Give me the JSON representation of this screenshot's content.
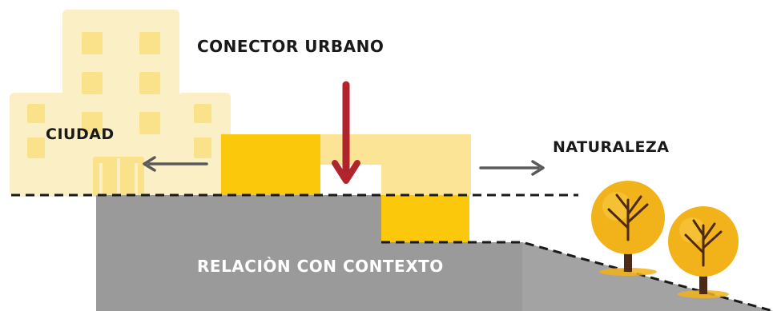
{
  "diagram": {
    "title": "CONECTOR URBANO",
    "left_label": "CIUDAD",
    "right_label": "NATURALEZA",
    "bottom_label": "RELACIÒN CON CONTEXTO"
  },
  "colors": {
    "building_pale": "#fbefc6",
    "window_yellow": "#fae28a",
    "connector_dark": "#fbc80c",
    "connector_light": "#fbe496",
    "ground_gray": "#9a9a9a",
    "arrow_red": "#b0242c",
    "arrow_gray": "#5a5a5a",
    "tree_foliage": "#f2b21a",
    "tree_trunk": "#4d2a16",
    "dashed_line": "#1a1a1a"
  },
  "icons": {
    "buildings": "city-buildings-icon",
    "trees": "tree-icon",
    "down_arrow": "arrow-down-icon",
    "left_arrow": "arrow-left-icon",
    "right_arrow": "arrow-right-icon"
  }
}
